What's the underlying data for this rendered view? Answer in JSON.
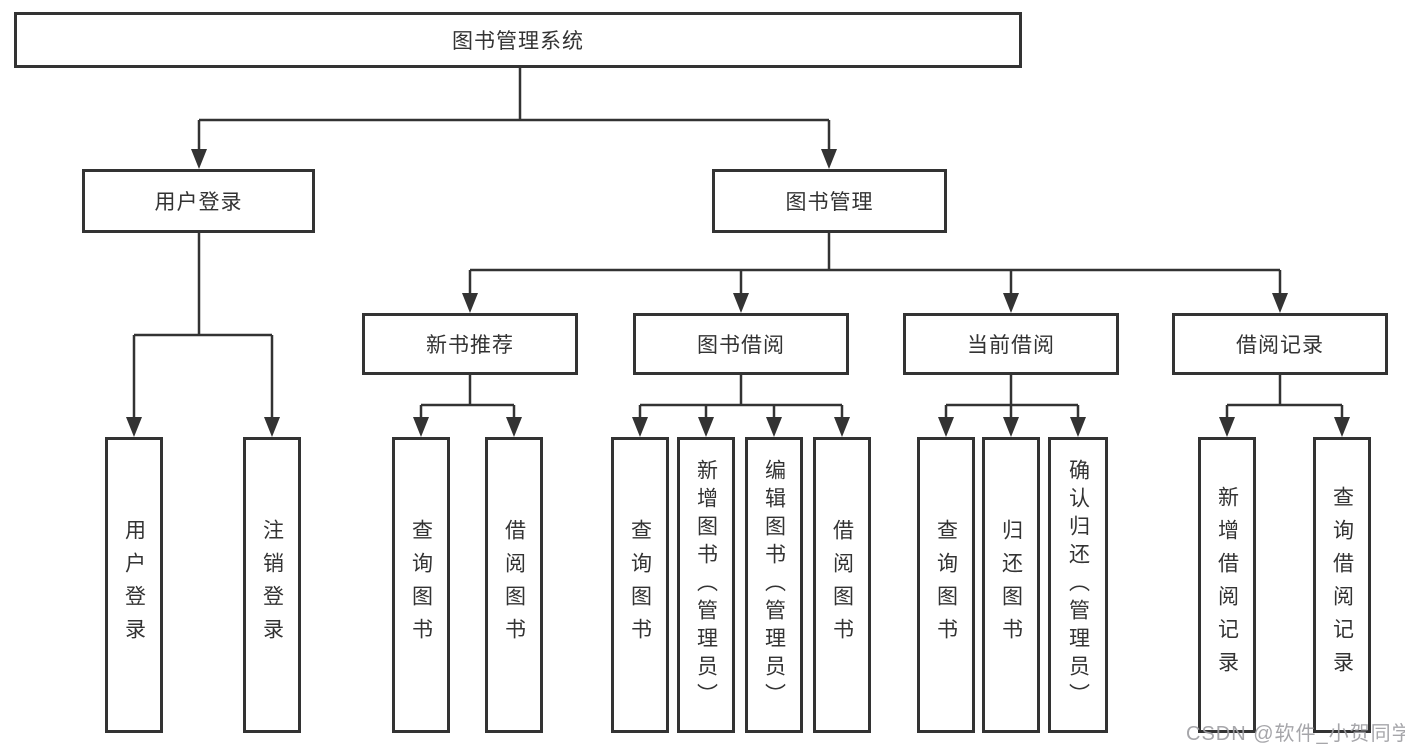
{
  "diagram": {
    "root": {
      "label": "图书管理系统"
    },
    "level2": [
      {
        "label": "用户登录",
        "parent": "图书管理系统"
      },
      {
        "label": "图书管理",
        "parent": "图书管理系统"
      }
    ],
    "level3": [
      {
        "label": "新书推荐",
        "parent": "图书管理"
      },
      {
        "label": "图书借阅",
        "parent": "图书管理"
      },
      {
        "label": "当前借阅",
        "parent": "图书管理"
      },
      {
        "label": "借阅记录",
        "parent": "图书管理"
      }
    ],
    "leaves": [
      {
        "label": "用户登录",
        "parent": "用户登录"
      },
      {
        "label": "注销登录",
        "parent": "用户登录"
      },
      {
        "label": "查询图书",
        "parent": "新书推荐"
      },
      {
        "label": "借阅图书",
        "parent": "新书推荐"
      },
      {
        "label": "查询图书",
        "parent": "图书借阅"
      },
      {
        "label": "新增图书（管理员）",
        "parent": "图书借阅"
      },
      {
        "label": "编辑图书（管理员）",
        "parent": "图书借阅"
      },
      {
        "label": "借阅图书",
        "parent": "图书借阅"
      },
      {
        "label": "查询图书",
        "parent": "当前借阅"
      },
      {
        "label": "归还图书",
        "parent": "当前借阅"
      },
      {
        "label": "确认归还（管理员）",
        "parent": "当前借阅"
      },
      {
        "label": "新增借阅记录",
        "parent": "借阅记录"
      },
      {
        "label": "查询借阅记录",
        "parent": "借阅记录"
      }
    ]
  },
  "watermark": {
    "text": "CSDN @软件_小贺同学"
  },
  "colors": {
    "line": "#333333",
    "box_border": "#333333",
    "box_fill": "#ffffff",
    "text": "#333333",
    "watermark": "#9e9ea3",
    "background": "#ffffff"
  }
}
